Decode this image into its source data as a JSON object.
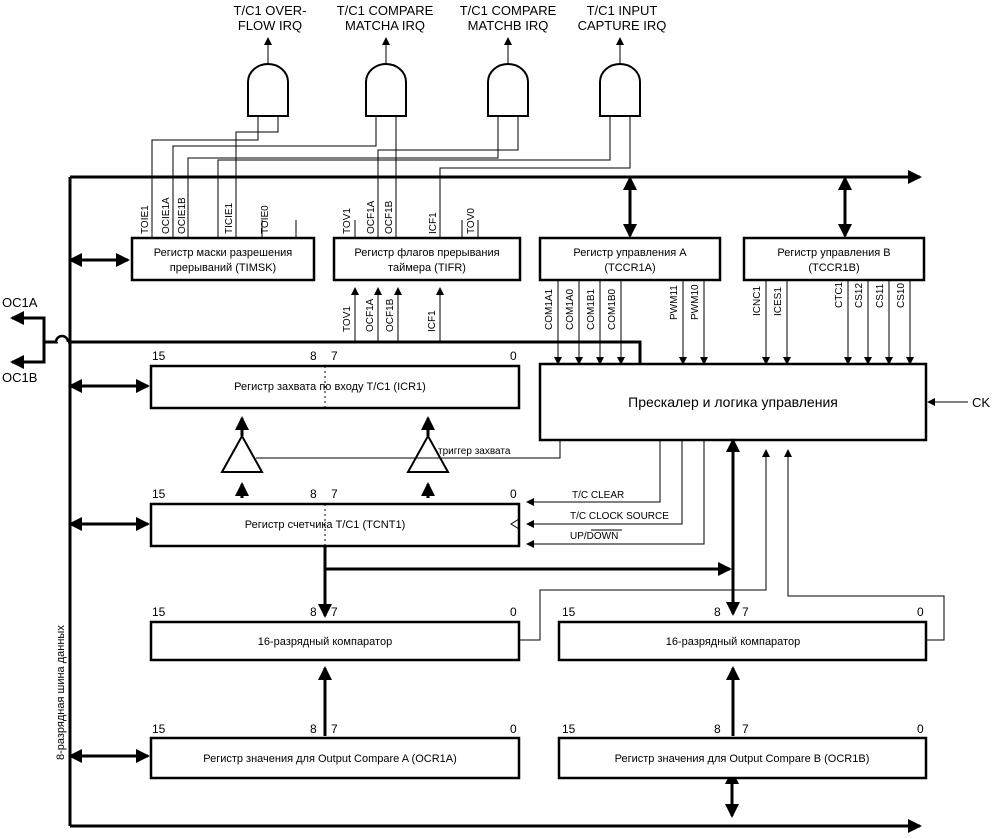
{
  "irq_labels": {
    "overflow": [
      "T/C1 OVER-",
      "FLOW IRQ"
    ],
    "compare_a": [
      "T/C1 COMPARE",
      "MATCHA IRQ"
    ],
    "compare_b": [
      "T/C1 COMPARE",
      "MATCHB IRQ"
    ],
    "capture": [
      "T/C1 INPUT",
      "CAPTURE IRQ"
    ]
  },
  "registers": {
    "timsk": [
      "Регистр маски разрешения",
      "прерываний (TIMSK)"
    ],
    "tifr": [
      "Регистр флагов прерывания",
      "таймера (TIFR)"
    ],
    "tccr1a": [
      "Регистр управления A",
      "(TCCR1A)"
    ],
    "tccr1b": [
      "Регистр управления B",
      "(TCCR1B)"
    ],
    "icr1": "Регистр захвата по входу T/C1 (ICR1)",
    "prescaler": "Прескалер и логика управления",
    "tcnt1": "Регистр счетчика T/C1 (TCNT1)",
    "comp_a": "16-разрядный компаратор",
    "comp_b": "16-разрядный компаратор",
    "ocr1a": "Регистр значения для Output Compare A (OCR1A)",
    "ocr1b": "Регистр значения для Output Compare B (OCR1B)"
  },
  "bits": {
    "timsk": [
      "TOIE1",
      "OCIE1A",
      "OCIE1B",
      "TICIE1",
      "TOIE0"
    ],
    "tifr": [
      "TOV1",
      "OCF1A",
      "OCF1B",
      "ICF1",
      "TOV0"
    ],
    "tifr_in": [
      "TOV1",
      "OCF1A",
      "OCF1B",
      "ICF1"
    ],
    "tccr1a": [
      "COM1A1",
      "COM1A0",
      "COM1B1",
      "COM1B0",
      "PWM11",
      "PWM10"
    ],
    "tccr1b": [
      "ICNC1",
      "ICES1",
      "CTC1",
      "CS12",
      "CS11",
      "CS10"
    ]
  },
  "bit_ranges": {
    "hi": "15",
    "mid_hi": "8",
    "mid_lo": "7",
    "lo": "0"
  },
  "signals": {
    "capture_trigger": "триггер захвата",
    "tc_clear": "T/C CLEAR",
    "tc_clock_source": "T/C CLOCK SOURCE",
    "up_down": "UP/DOWN"
  },
  "pins": {
    "oc1a": "OC1A",
    "oc1b": "OC1B",
    "ck": "CK"
  },
  "bus_label": "8-разрядная шина данных"
}
